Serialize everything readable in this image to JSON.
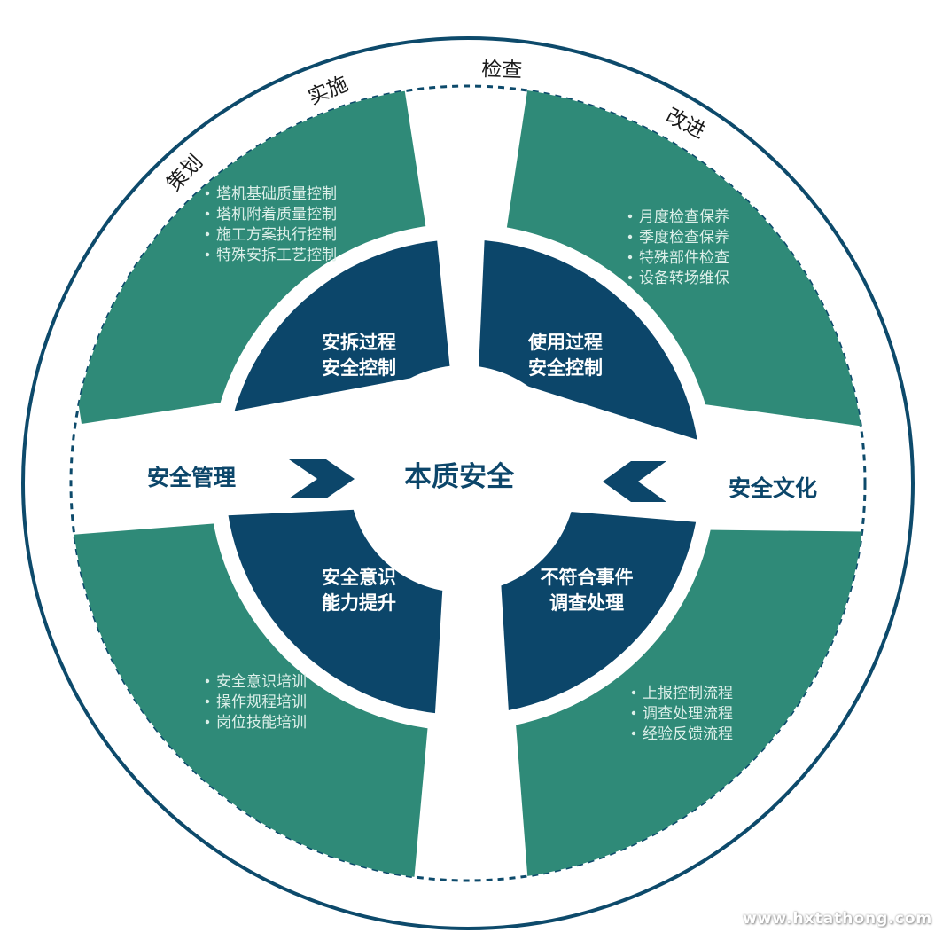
{
  "colors": {
    "outer_ring": "#0d4a6b",
    "green_sector": "#2f8a78",
    "inner_sector": "#0c466a",
    "list_text": "#dcefe9",
    "center_text": "#0c466a",
    "inner_text": "#ffffff",
    "cycle_label": "#1a1a1a"
  },
  "cycle_labels": [
    "策划",
    "实施",
    "检查",
    "改进"
  ],
  "center": {
    "label": "本质安全"
  },
  "sides": {
    "left": "安全管理",
    "right": "安全文化"
  },
  "inner_sectors": [
    {
      "id": "top-left",
      "lines": [
        "安拆过程",
        "安全控制"
      ]
    },
    {
      "id": "top-right",
      "lines": [
        "使用过程",
        "安全控制"
      ]
    },
    {
      "id": "bottom-left",
      "lines": [
        "安全意识",
        "能力提升"
      ]
    },
    {
      "id": "bottom-right",
      "lines": [
        "不符合事件",
        "调查处理"
      ]
    }
  ],
  "outer_lists": [
    {
      "id": "top-left",
      "items": [
        "塔机基础质量控制",
        "塔机附着质量控制",
        "施工方案执行控制",
        "特殊安拆工艺控制"
      ]
    },
    {
      "id": "top-right",
      "items": [
        "月度检查保养",
        "季度检查保养",
        "特殊部件检查",
        "设备转场维保"
      ]
    },
    {
      "id": "bottom-left",
      "items": [
        "安全意识培训",
        "操作规程培训",
        "岗位技能培训"
      ]
    },
    {
      "id": "bottom-right",
      "items": [
        "上报控制流程",
        "调查处理流程",
        "经验反馈流程"
      ]
    }
  ],
  "watermark": "www.hxtathong.com"
}
